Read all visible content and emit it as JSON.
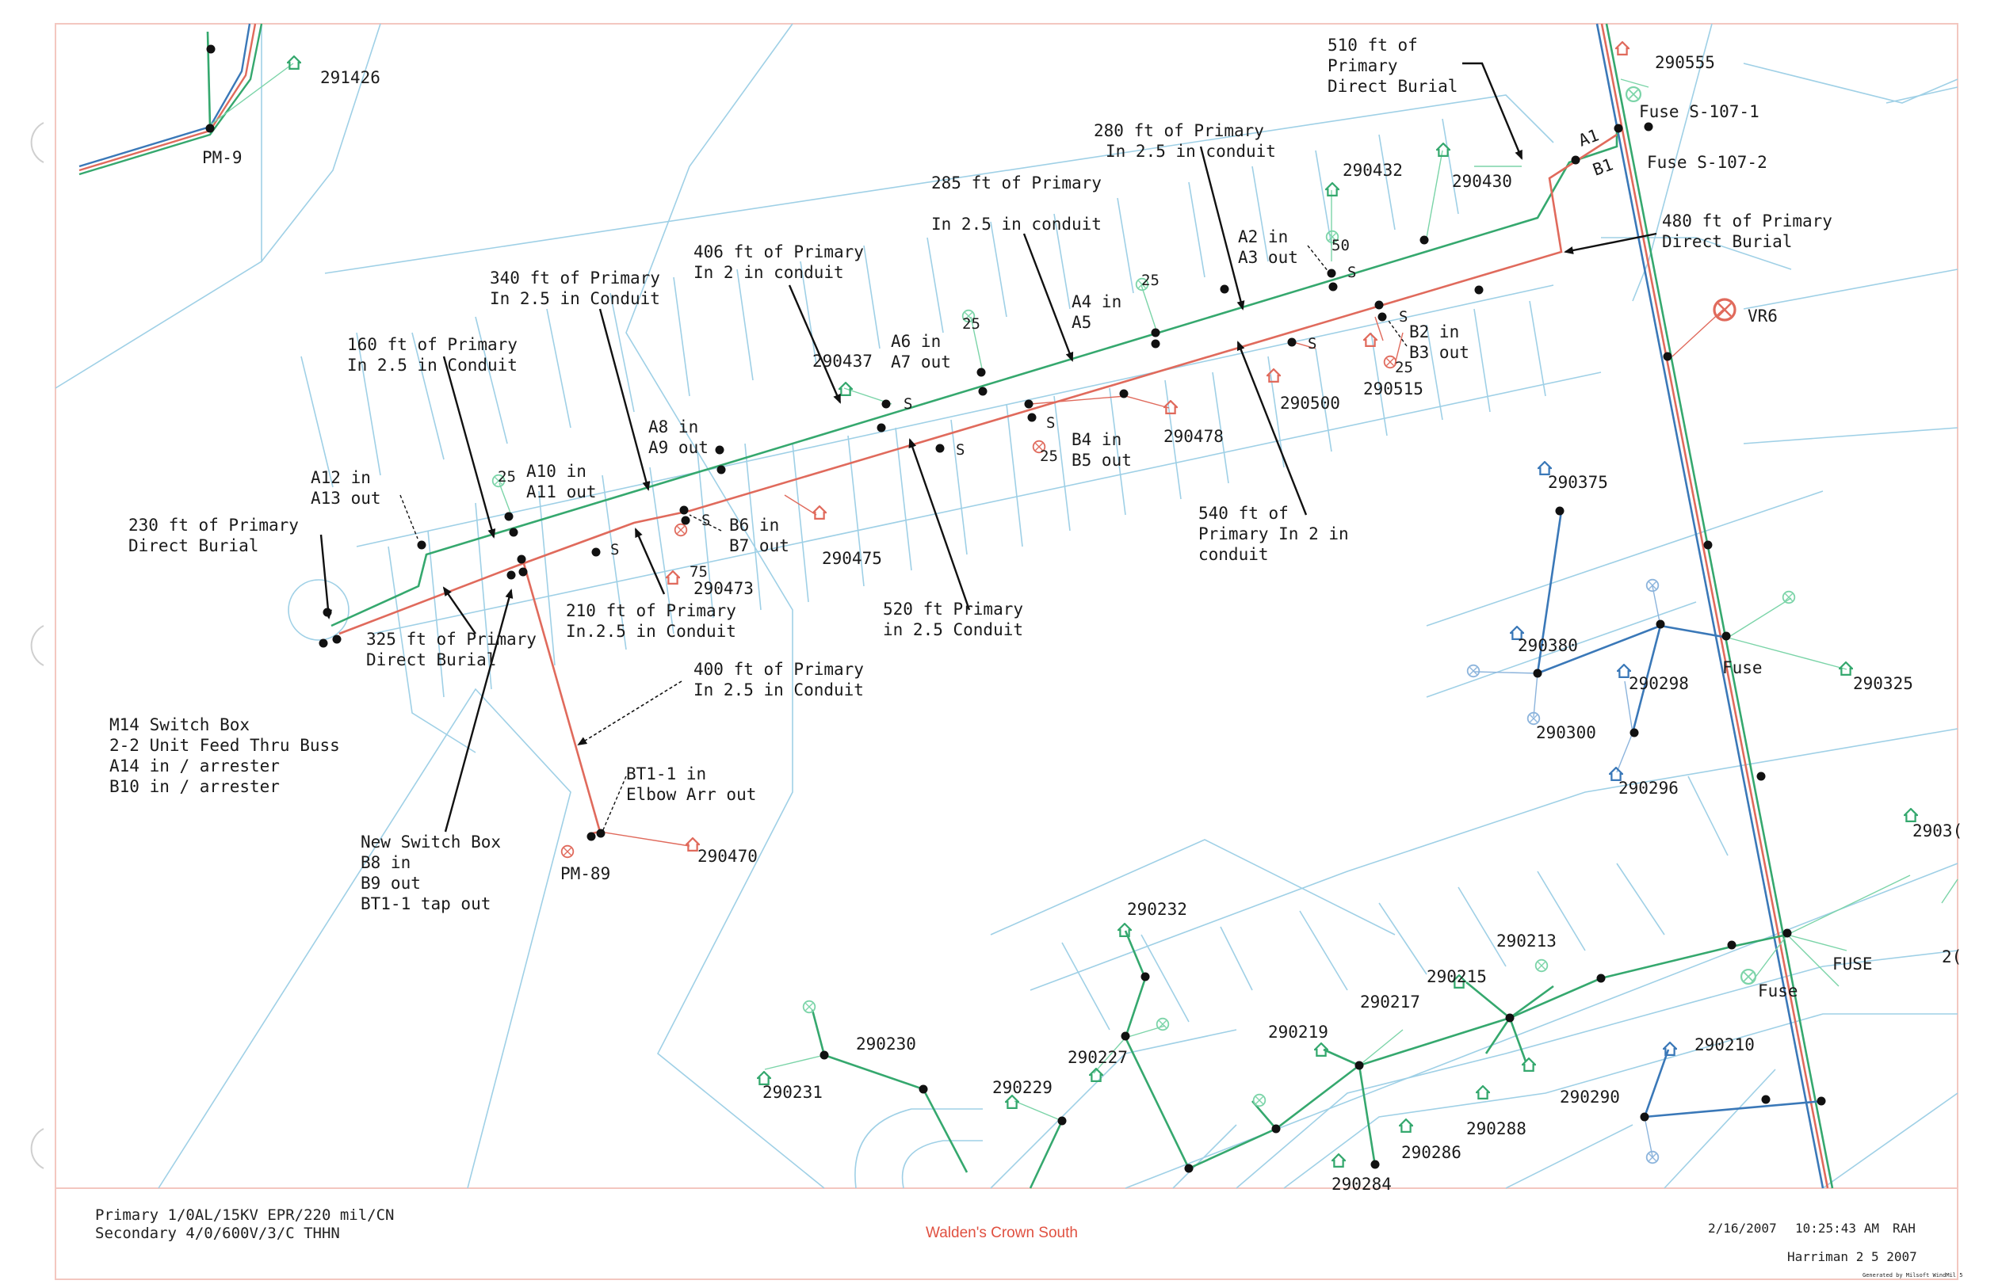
{
  "map": {
    "title": "Walden's Crown South",
    "legend": {
      "primary": "Primary 1/0AL/15KV EPR/220 mil/CN",
      "secondary": "Secondary 4/0/600V/3/C THHN"
    },
    "stamp": {
      "date": "2/16/2007",
      "time": "10:25:43 AM",
      "initials": "RAH",
      "author": "Harriman 2 5 2007",
      "generated": "Generated by Milsoft WindMil 5"
    },
    "colors": {
      "primary_green": "#35a86e",
      "primary_red": "#e06a5c",
      "secondary_blue": "#3a78b8",
      "parcel": "#9fd0e6"
    },
    "labels": {
      "pm9": "PM-9",
      "pm89": "PM-89",
      "vr6": "VR6",
      "fuse_s107_1": "Fuse S-107-1",
      "fuse_s107_2": "Fuse S-107-2",
      "fuse_a": "Fuse",
      "fuse_b": "FUSE",
      "fuse_c": "Fuse",
      "a1": "A1",
      "b1": "B1",
      "s": "S",
      "n25": "25",
      "n50": "50",
      "n75": "75"
    },
    "parcels": {
      "p291426": "291426",
      "p290555": "290555",
      "p290432": "290432",
      "p290430": "290430",
      "p290437": "290437",
      "p290500": "290500",
      "p290515": "290515",
      "p290478": "290478",
      "p290475": "290475",
      "p290473": "290473",
      "p290470": "290470",
      "p290375": "290375",
      "p290380": "290380",
      "p290298": "290298",
      "p290325": "290325",
      "p290300": "290300",
      "p290296": "290296",
      "p2903x": "2903(",
      "p2x": "2(",
      "p290232": "290232",
      "p290213": "290213",
      "p290215": "290215",
      "p290217": "290217",
      "p290219": "290219",
      "p290230": "290230",
      "p290231": "290231",
      "p290227": "290227",
      "p290229": "290229",
      "p290210": "290210",
      "p290290": "290290",
      "p290288": "290288",
      "p290286": "290286",
      "p29028x": "290284"
    },
    "notes": {
      "n510": [
        "510 ft of",
        "Primary",
        "Direct Burial"
      ],
      "n280": [
        "280 ft of Primary",
        "In 2.5 in conduit"
      ],
      "n285": [
        "285 ft of Primary",
        "",
        "In 2.5 in conduit"
      ],
      "n480": [
        "480 ft of Primary",
        "Direct Burial"
      ],
      "n406": [
        "406 ft of Primary",
        "In 2 in conduit"
      ],
      "n340": [
        "340 ft of Primary",
        "In 2.5 in Conduit"
      ],
      "n160": [
        "160 ft of Primary",
        "In 2.5 in Conduit"
      ],
      "a2a3": [
        "A2 in",
        "A3 out"
      ],
      "a4a5": [
        "A4 in",
        "A5"
      ],
      "a6a7": [
        "A6 in",
        "A7 out"
      ],
      "a8a9": [
        "A8 in",
        "A9 out"
      ],
      "a10a11": [
        "A10 in",
        "A11 out"
      ],
      "a12a13": [
        "A12 in",
        "A13 out"
      ],
      "b2b3": [
        "B2 in",
        "B3 out"
      ],
      "b4b5": [
        "B4 in",
        "B5 out"
      ],
      "b6b7": [
        "B6 in",
        "B7 out"
      ],
      "n230": [
        "230 ft of Primary",
        "Direct Burial"
      ],
      "n540": [
        "540 ft of",
        "Primary In 2 in",
        "conduit"
      ],
      "n520": [
        "520 ft Primary",
        "in 2.5 Conduit"
      ],
      "n210": [
        "210 ft of Primary",
        "In.2.5 in Conduit"
      ],
      "n325": [
        "325 ft of Primary",
        "Direct Burial"
      ],
      "n400": [
        "400 ft of Primary",
        "In 2.5 in Conduit"
      ],
      "m14": [
        "M14 Switch Box",
        "2-2 Unit Feed Thru Buss",
        "A14 in / arrester",
        "B10 in / arrester"
      ],
      "bt1": [
        "BT1-1 in",
        "Elbow Arr out"
      ],
      "newsw": [
        "New Switch Box",
        "B8 in",
        "B9 out",
        "BT1-1 tap out"
      ]
    }
  }
}
